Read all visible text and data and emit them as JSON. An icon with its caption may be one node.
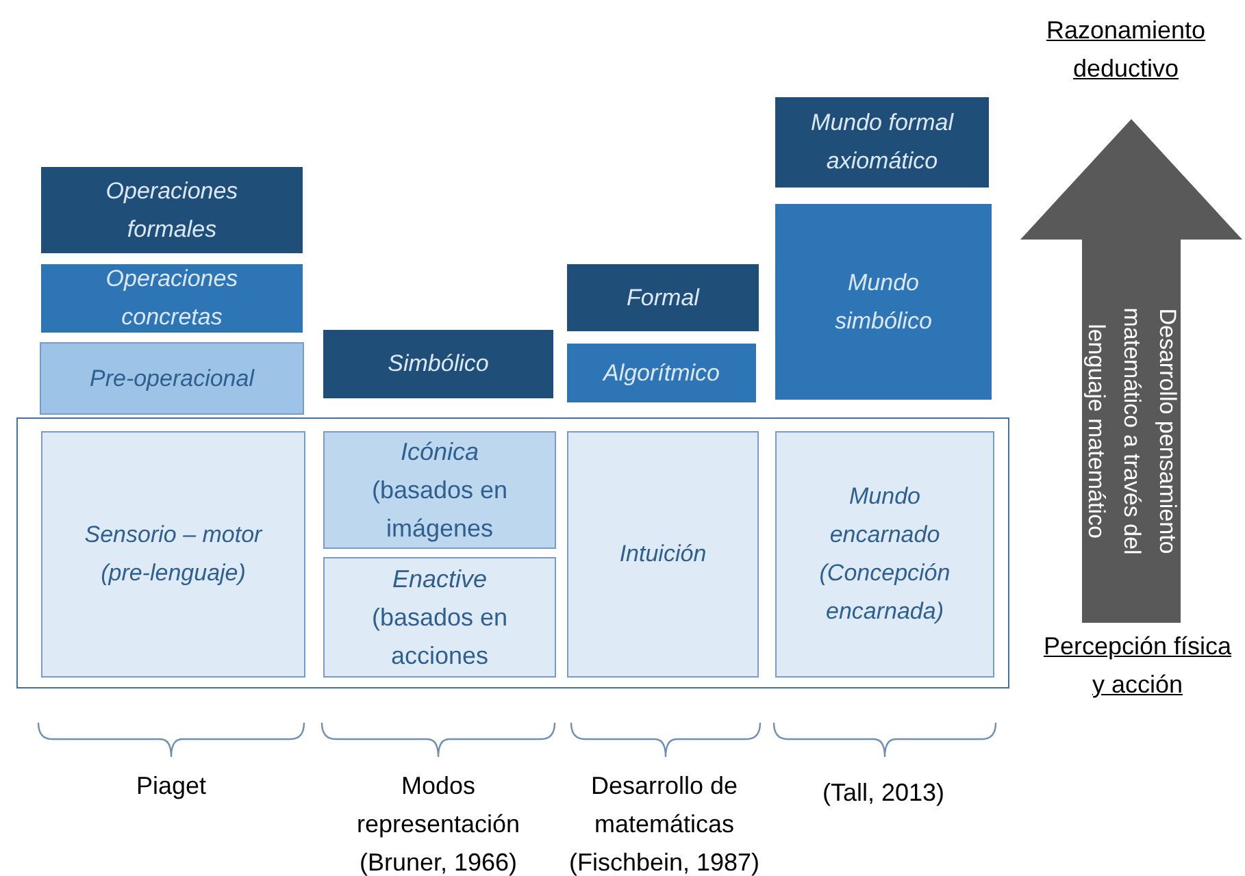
{
  "diagram": {
    "nodes": [
      {
        "text": [
          "Operaciones formales"
        ]
      },
      {
        "text": [
          "Operaciones concretas"
        ]
      },
      {
        "text": [
          "Pre-operacional"
        ]
      },
      {
        "text": [
          "Simbólico"
        ]
      },
      {
        "text": [
          "Formal"
        ]
      },
      {
        "text": [
          "Algorítmico"
        ]
      },
      {
        "text": [
          "Mundo formal axiomático"
        ]
      },
      {
        "text": [
          "Mundo simbólico"
        ]
      },
      {
        "text": [
          "Desarrollo pensamiento matemático a través del lenguaje matemático"
        ]
      },
      {
        "text": [],
        "shape": "box"
      },
      {
        "text": [
          "Sensorio – motor (pre-lenguaje)"
        ],
        "in": 9
      },
      {
        "text": [
          "*Icónica* (basados en imágenes"
        ],
        "in": 9
      },
      {
        "text": [
          "*Enactive* (basados en acciones"
        ],
        "in": 9
      },
      {
        "text": [
          "Intuición"
        ],
        "in": 9
      },
      {
        "text": [
          "Mundo encarnado (Concepción encarnada)"
        ],
        "in": 9
      }
    ],
    "labels": [
      "Razonamiento deductivo",
      "Percepción física y acción",
      "Piaget",
      "Modos representación (Bruner, 1966)",
      "Desarrollo de matemáticas (Fischbein, 1987)",
      "(Tall, 2013)"
    ]
  }
}
